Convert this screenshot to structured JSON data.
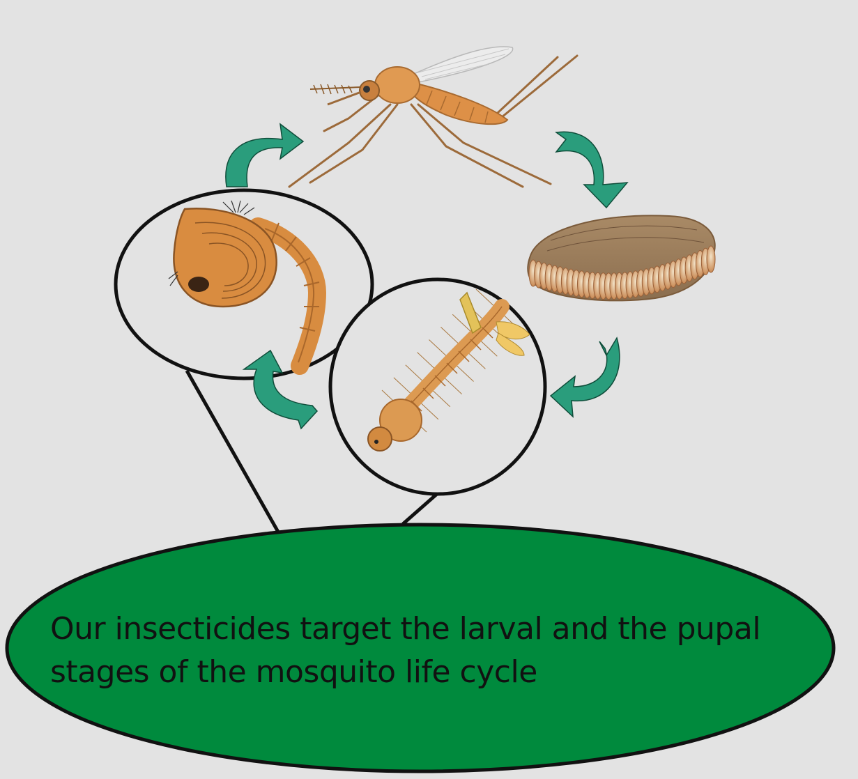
{
  "callout": {
    "line1": "Our insecticides target the larval and the pupal",
    "line2": "stages of the mosquito life cycle"
  },
  "stages": [
    {
      "name": "adult",
      "icon": "mosquito-icon"
    },
    {
      "name": "eggs",
      "icon": "egg-raft-icon"
    },
    {
      "name": "larva",
      "icon": "larva-icon"
    },
    {
      "name": "pupa",
      "icon": "pupa-icon"
    }
  ],
  "colors": {
    "background": "#e3e3e3",
    "arrow": "#2a9d7c",
    "callout_fill": "#008a3d",
    "insect_body": "#d98c3e",
    "outline": "#111111"
  }
}
